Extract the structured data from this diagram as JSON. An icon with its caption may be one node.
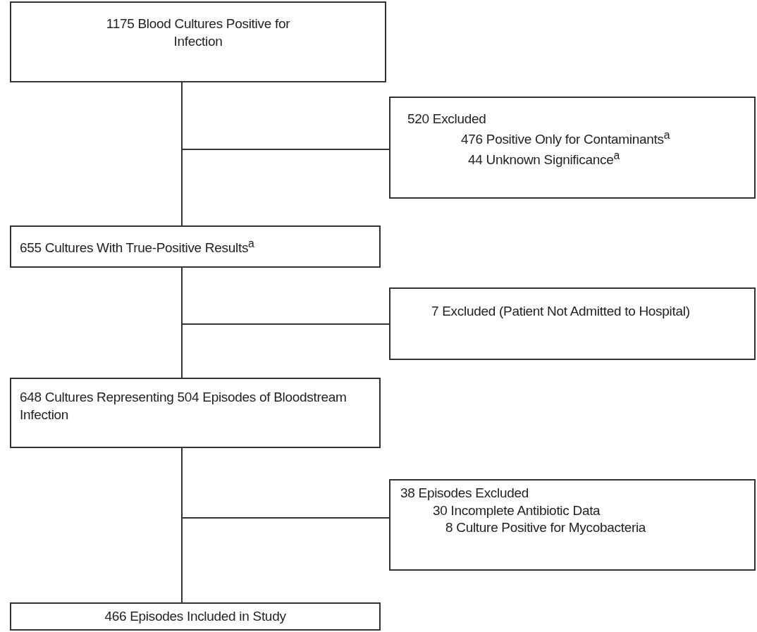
{
  "diagram": {
    "nodes": [
      {
        "text": [
          "1175 Blood Cultures Positive for Infection"
        ]
      },
      {
        "text": [
          "520 Excluded",
          "476 Positive Only for Contaminants$^{a}$",
          "44 Unknown Significance$^{a}$"
        ]
      },
      {
        "text": [
          "655 Cultures With True-Positive Results$^{a}$"
        ]
      },
      {
        "text": [
          "7 Excluded (Patient Not Admitted to Hospital)"
        ]
      },
      {
        "text": [
          "648 Cultures Representing 504 Episodes of Bloodstream Infection"
        ]
      },
      {
        "text": [
          "38 Episodes Excluded",
          "30 Incomplete Antibiotic Data",
          "8 Culture Positive for Mycobacteria"
        ]
      },
      {
        "text": [
          "466 Episodes Included in Study"
        ]
      }
    ],
    "edges": [
      {
        "from": 0,
        "to": 2,
        "arrow": "none"
      },
      {
        "from": 0,
        "to": 1,
        "arrow": "none"
      },
      {
        "from": 2,
        "to": 4,
        "arrow": "none"
      },
      {
        "from": 2,
        "to": 3,
        "arrow": "none"
      },
      {
        "from": 4,
        "to": 6,
        "arrow": "none"
      },
      {
        "from": 4,
        "to": 5,
        "arrow": "none"
      }
    ]
  }
}
